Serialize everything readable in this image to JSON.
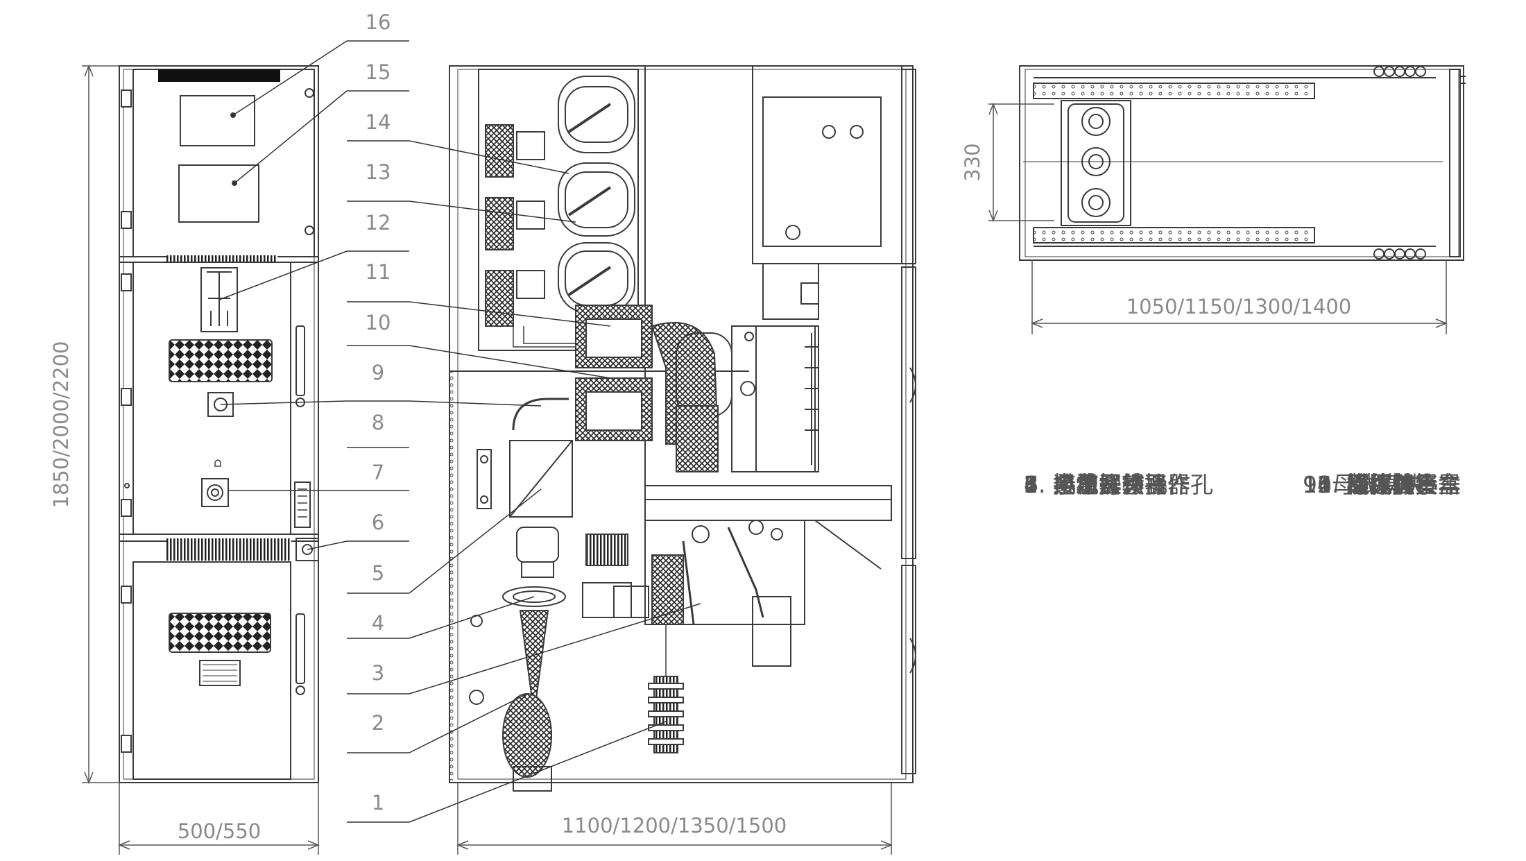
{
  "callout_numbers": [
    "16",
    "15",
    "14",
    "13",
    "12",
    "11",
    "10",
    "9",
    "8",
    "7",
    "6",
    "5",
    "4",
    "3",
    "2",
    "1"
  ],
  "dimensions": {
    "front_height": "1850/2000/2200",
    "front_width": "500/550",
    "side_depth": "1100/1200/1350/1500",
    "top_depth": "1050/1150/1300/1400",
    "top_width": "330"
  },
  "legend": {
    "left_column": [
      "1. 避雷器",
      "2. 电缆头",
      "3. 接地开关",
      "4. 电缆头转接器",
      "5. 电流互感器",
      "6. 接地开关操作孔",
      "7. 小车操作孔",
      "8. 紧急解锁"
    ],
    "right_column": [
      "9. 母线模块",
      "10. 连体触头盒",
      "11. 断路器小车",
      "12. 模拟牌",
      "13. 母线转接器",
      "14. 母线护套",
      "15. 操控装置",
      "16. 综保"
    ]
  },
  "colors": {
    "line": "#3a3a3a",
    "text": "#8a8a8a",
    "hatch": "#222222"
  }
}
